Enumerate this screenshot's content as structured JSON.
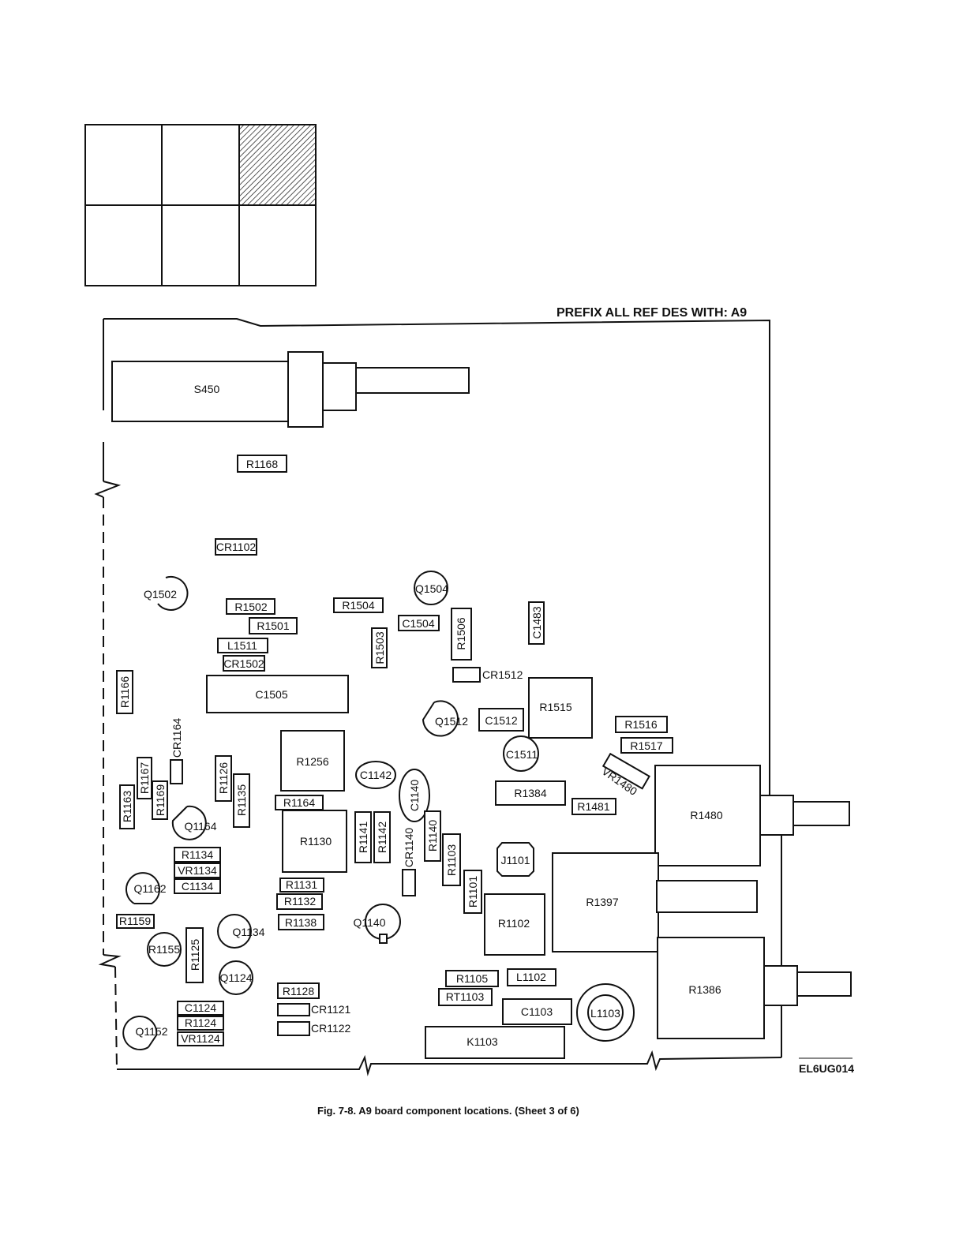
{
  "figure": {
    "prefix_note": "PREFIX ALL REF DES WITH: A9",
    "caption": "Fig. 7-8.  A9 board component locations.  (Sheet 3 of 6)",
    "drawing_code": "EL6UG014"
  },
  "locator": {
    "rows": 2,
    "cols": 3,
    "highlighted": "row 1, column 3"
  },
  "components": [
    "S450",
    "R1168",
    "CR1102",
    "Q1502",
    "R1502",
    "R1501",
    "L1511",
    "CR1502",
    "R1504",
    "Q1504",
    "C1504",
    "R1503",
    "R1506",
    "C1483",
    "CR1512",
    "R1166",
    "C1505",
    "R1515",
    "Q1512",
    "C1512",
    "R1516",
    "R1517",
    "C1511",
    "CR1164",
    "R1256",
    "C1142",
    "C1140",
    "R1384",
    "VR1480",
    "R1481",
    "R1480",
    "R1167",
    "R1163",
    "R1169",
    "R1126",
    "R1135",
    "R1164",
    "Q1164",
    "R1130",
    "R1141",
    "R1142",
    "CR1140",
    "R1140",
    "R1103",
    "J1101",
    "R1101",
    "R1397",
    "R1134",
    "VR1134",
    "C1134",
    "Q1162",
    "R1131",
    "R1132",
    "R1138",
    "R1159",
    "Q1140",
    "R1102",
    "Q1134",
    "R1155",
    "R1125",
    "Q1124",
    "R1128",
    "CR1121",
    "CR1122",
    "R1105",
    "L1102",
    "RT1103",
    "C1124",
    "R1124",
    "VR1124",
    "Q1152",
    "C1103",
    "L1103",
    "K1103",
    "R1386"
  ]
}
